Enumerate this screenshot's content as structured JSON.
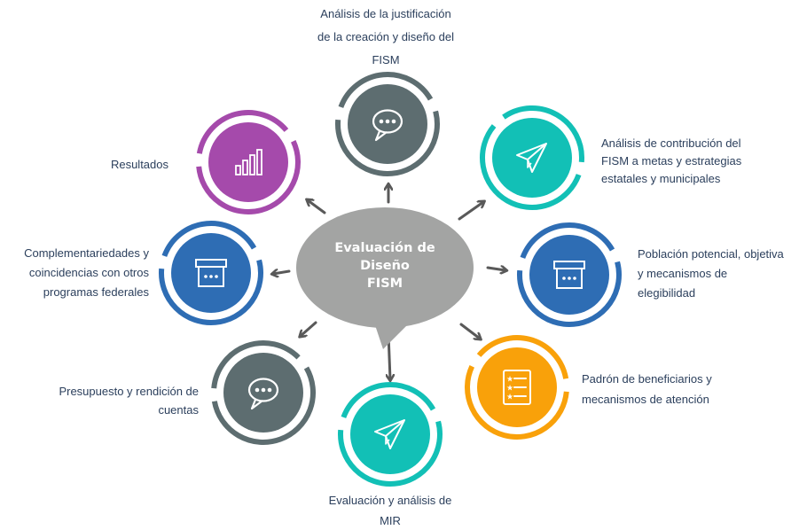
{
  "hub": {
    "title_lines": [
      "Evaluación de",
      "Diseño",
      "FISM"
    ],
    "color": "#a3a4a3"
  },
  "arrow_color": "#595959",
  "nodes": [
    {
      "id": "justificacion",
      "lines": [
        "Análisis de la justificación",
        "de la creación y diseño del",
        "FISM"
      ],
      "icon": "chat-bubble-icon",
      "color": "#5d6d70"
    },
    {
      "id": "contribucion",
      "lines": [
        "Análisis de contribución del",
        "FISM a metas y estrategias",
        "estatales y municipales"
      ],
      "icon": "paper-plane-icon",
      "color": "#12c0b6"
    },
    {
      "id": "poblacion",
      "lines": [
        "Población potencial, objetiva",
        "y mecanismos de",
        "elegibilidad"
      ],
      "icon": "box-icon",
      "color": "#2e6db4"
    },
    {
      "id": "padron",
      "lines": [
        "Padrón de beneficiarios y",
        "mecanismos de atención"
      ],
      "icon": "checklist-icon",
      "color": "#f9a10a"
    },
    {
      "id": "mir",
      "lines": [
        "Evaluación y análisis de",
        "MIR"
      ],
      "icon": "paper-plane-icon",
      "color": "#12c0b6"
    },
    {
      "id": "presupuesto",
      "lines": [
        "Presupuesto y rendición de",
        "cuentas"
      ],
      "icon": "chat-bubble-icon",
      "color": "#5d6d70"
    },
    {
      "id": "complementariedades",
      "lines": [
        "Complementariedades y",
        "coincidencias con otros",
        "programas federales"
      ],
      "icon": "box-icon",
      "color": "#2e6db4"
    },
    {
      "id": "resultados",
      "lines": [
        "Resultados"
      ],
      "icon": "bar-chart-icon",
      "color": "#a54aab"
    }
  ]
}
